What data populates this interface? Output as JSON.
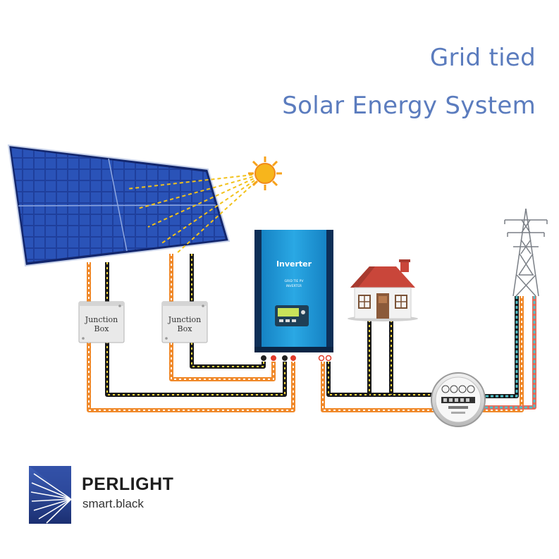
{
  "title": {
    "line1": "Grid tied",
    "line2": "Solar Energy System"
  },
  "junction_boxes": [
    {
      "line1": "Junction",
      "line2": "Box"
    },
    {
      "line1": "Junction",
      "line2": "Box"
    }
  ],
  "inverter": {
    "label": "Inverter",
    "sub1": "GRID TIE PV",
    "sub2": "INVERTER"
  },
  "brand": {
    "name": "PERLIGHT",
    "tagline": "smart.black"
  },
  "colors": {
    "title": "#5b7cbe",
    "panel": "#1f3f9c",
    "inverter": "#1b9ad6",
    "wire_positive": "#f0892a",
    "wire_negative": "#1a1a1a",
    "wire_grid": "#4fc0c8",
    "sun": "#f7b51c"
  },
  "icons": [
    "sun-icon",
    "solar-panel-icon",
    "junction-box-icon",
    "inverter-icon",
    "house-icon",
    "power-tower-icon",
    "electric-meter-icon",
    "perlight-logo-icon"
  ]
}
